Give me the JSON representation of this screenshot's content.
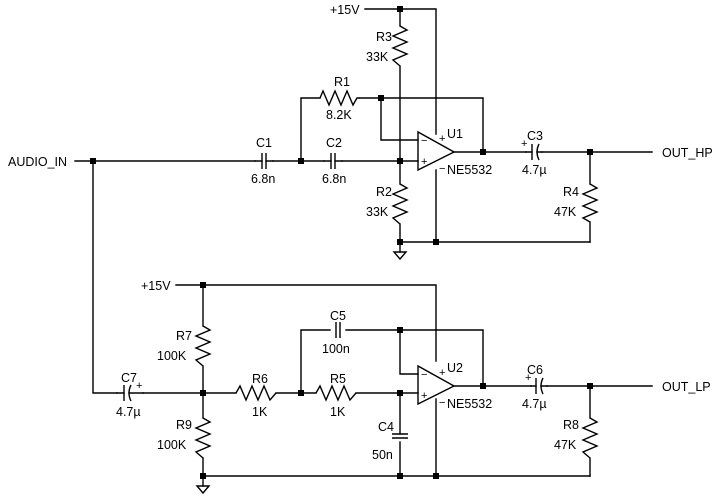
{
  "net_labels": {
    "audio_in": "AUDIO_IN",
    "out_hp": "OUT_HP",
    "out_lp": "OUT_LP",
    "vcc_top": "+15V",
    "vcc_bottom": "+15V"
  },
  "components": {
    "R1": {
      "ref": "R1",
      "value": "8.2K"
    },
    "R2": {
      "ref": "R2",
      "value": "33K"
    },
    "R3": {
      "ref": "R3",
      "value": "33K"
    },
    "R4": {
      "ref": "R4",
      "value": "47K"
    },
    "R5": {
      "ref": "R5",
      "value": "1K"
    },
    "R6": {
      "ref": "R6",
      "value": "1K"
    },
    "R7": {
      "ref": "R7",
      "value": "100K"
    },
    "R8": {
      "ref": "R8",
      "value": "47K"
    },
    "R9": {
      "ref": "R9",
      "value": "100K"
    },
    "C1": {
      "ref": "C1",
      "value": "6.8n"
    },
    "C2": {
      "ref": "C2",
      "value": "6.8n"
    },
    "C3": {
      "ref": "C3",
      "value": "4.7µ"
    },
    "C4": {
      "ref": "C4",
      "value": "50n"
    },
    "C5": {
      "ref": "C5",
      "value": "100n"
    },
    "C6": {
      "ref": "C6",
      "value": "4.7µ"
    },
    "C7": {
      "ref": "C7",
      "value": "4.7µ"
    },
    "U1": {
      "ref": "U1",
      "value": "NE5532"
    },
    "U2": {
      "ref": "U2",
      "value": "NE5532"
    }
  },
  "pin_marks": {
    "plus": "+",
    "minus": "−"
  }
}
